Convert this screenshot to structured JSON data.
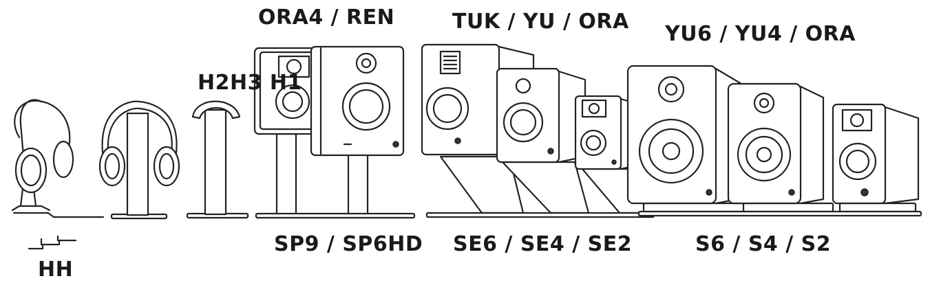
{
  "labels": {
    "ora4_ren": "ORA4 / REN",
    "tuk_yu_ora": "TUK / YU / ORA",
    "yu6_yu4_ora": "YU6 / YU4 / ORA",
    "h2h3_h1": "H2H3 H1",
    "sp9_sp6hd": "SP9 / SP6HD",
    "se6_se4_se2": "SE6 / SE4 / SE2",
    "s6_s4_s2": "S6 / S4 / S2",
    "hh": "HH"
  },
  "colors": {
    "ink": "#222222",
    "background": "#ffffff"
  }
}
